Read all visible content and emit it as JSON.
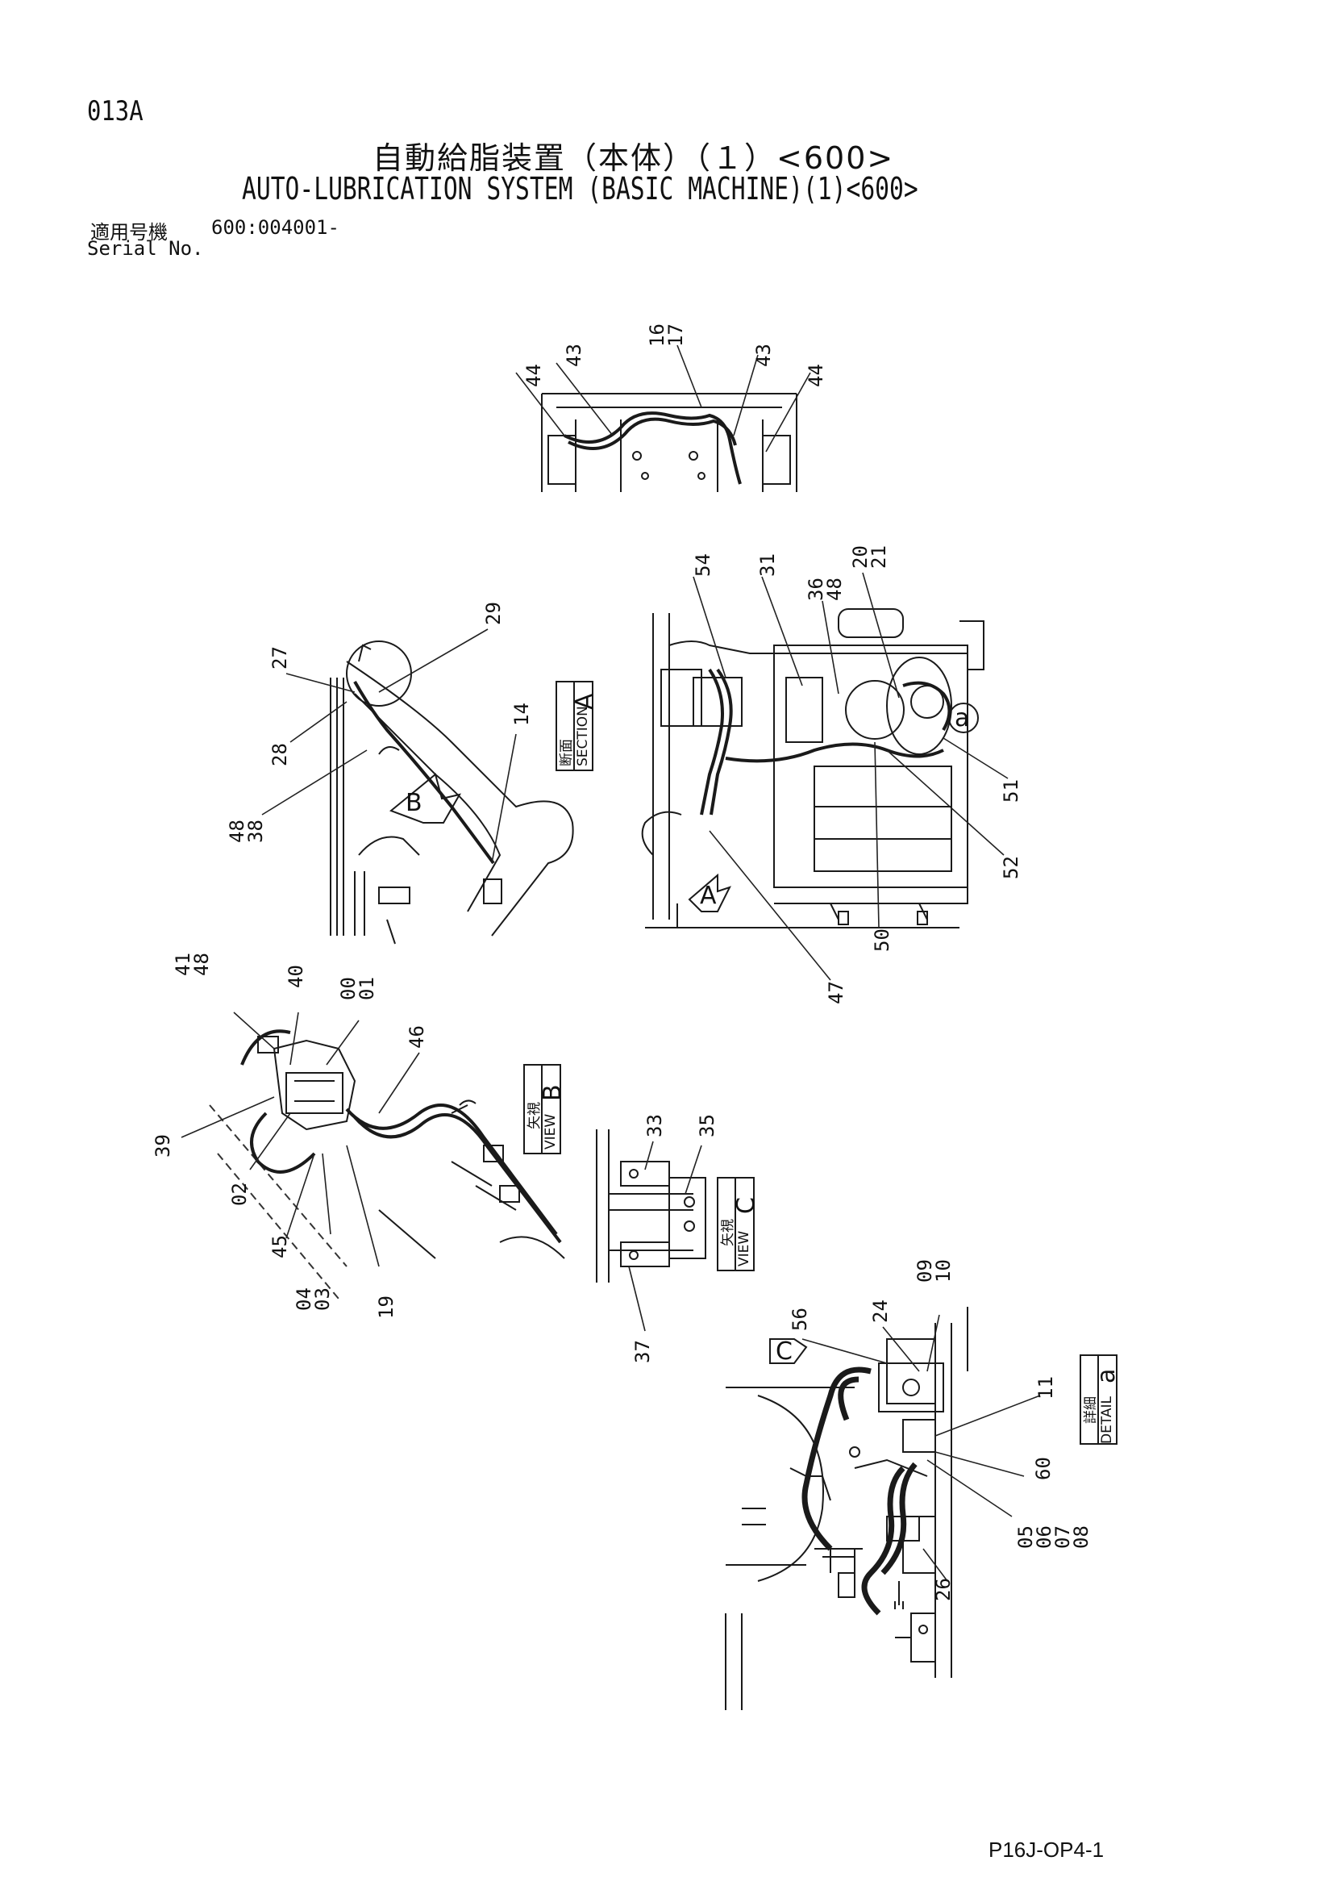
{
  "header": {
    "page_code": "013A",
    "title_jp": "自動給脂装置（本体）（１）<600>",
    "title_en": "AUTO-LUBRICATION SYSTEM (BASIC MACHINE)(1)<600>",
    "serial_label_jp": "適用号機",
    "serial_value": "600:004001-",
    "serial_label_en": "Serial No."
  },
  "views": {
    "section_a": {
      "jp": "断面",
      "en": "SECTION",
      "letter": "A"
    },
    "view_b": {
      "jp": "矢視",
      "en": "VIEW",
      "letter": "B"
    },
    "view_c": {
      "jp": "矢視",
      "en": "VIEW",
      "letter": "C"
    },
    "detail_a": {
      "jp": "詳細",
      "en": "DETAIL",
      "letter": "a"
    }
  },
  "callouts": {
    "top": [
      "44",
      "43",
      "16",
      "17",
      "43",
      "44"
    ],
    "section_a": [
      "27",
      "29",
      "28",
      "14",
      "38",
      "48"
    ],
    "main": [
      "54",
      "31",
      "36",
      "48",
      "20",
      "21",
      "51",
      "52",
      "50",
      "47"
    ],
    "view_b": [
      "41",
      "48",
      "40",
      "00",
      "01",
      "46",
      "39",
      "02",
      "45",
      "04",
      "03",
      "19"
    ],
    "view_c": [
      "33",
      "35",
      "37"
    ],
    "detail_a": [
      "09",
      "10",
      "24",
      "56",
      "11",
      "60",
      "05",
      "06",
      "07",
      "08",
      "26"
    ]
  },
  "markers": {
    "arrow_a": "A",
    "arrow_b": "B",
    "arrow_c": "C",
    "detail_circle": "a"
  },
  "footer": {
    "page_ref": "P16J-OP4-1"
  }
}
